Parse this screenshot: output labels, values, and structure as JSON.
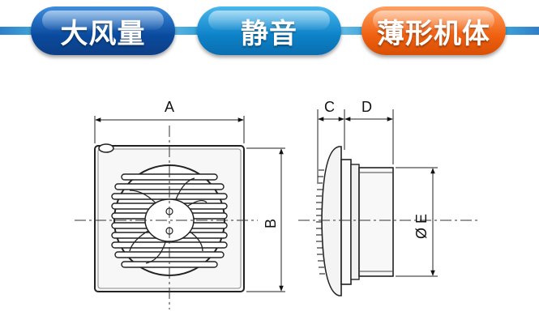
{
  "banner": {
    "tags": [
      {
        "label": "大风量",
        "color": "#0a4a9e"
      },
      {
        "label": "静音",
        "color": "#0d82c8"
      },
      {
        "label": "薄形机体",
        "color": "#f06010"
      }
    ],
    "connector_color": "#3ea4d8"
  },
  "dimensions": {
    "a": "A",
    "b": "B",
    "c": "C",
    "d": "D",
    "e": "Ø E"
  }
}
